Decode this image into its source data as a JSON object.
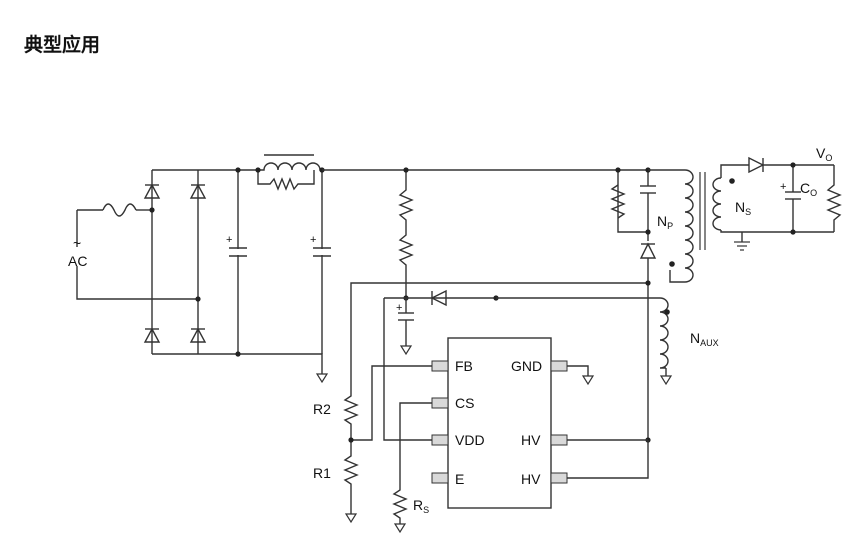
{
  "page": {
    "title": "典型应用"
  },
  "labels": {
    "ac_tilde": "~",
    "ac": "AC",
    "vo_main": "V",
    "vo_sub": "O",
    "co_main": "C",
    "co_sub": "O",
    "ns_main": "N",
    "ns_sub": "S",
    "np_main": "N",
    "np_sub": "P",
    "naux_main": "N",
    "naux_sub": "AUX",
    "r2": "R2",
    "r1": "R1",
    "rs_main": "R",
    "rs_sub": "S",
    "plus": "+"
  },
  "ic": {
    "pins_left": [
      "FB",
      "CS",
      "VDD",
      "E"
    ],
    "pins_right": [
      "GND",
      "HV",
      "HV"
    ]
  }
}
